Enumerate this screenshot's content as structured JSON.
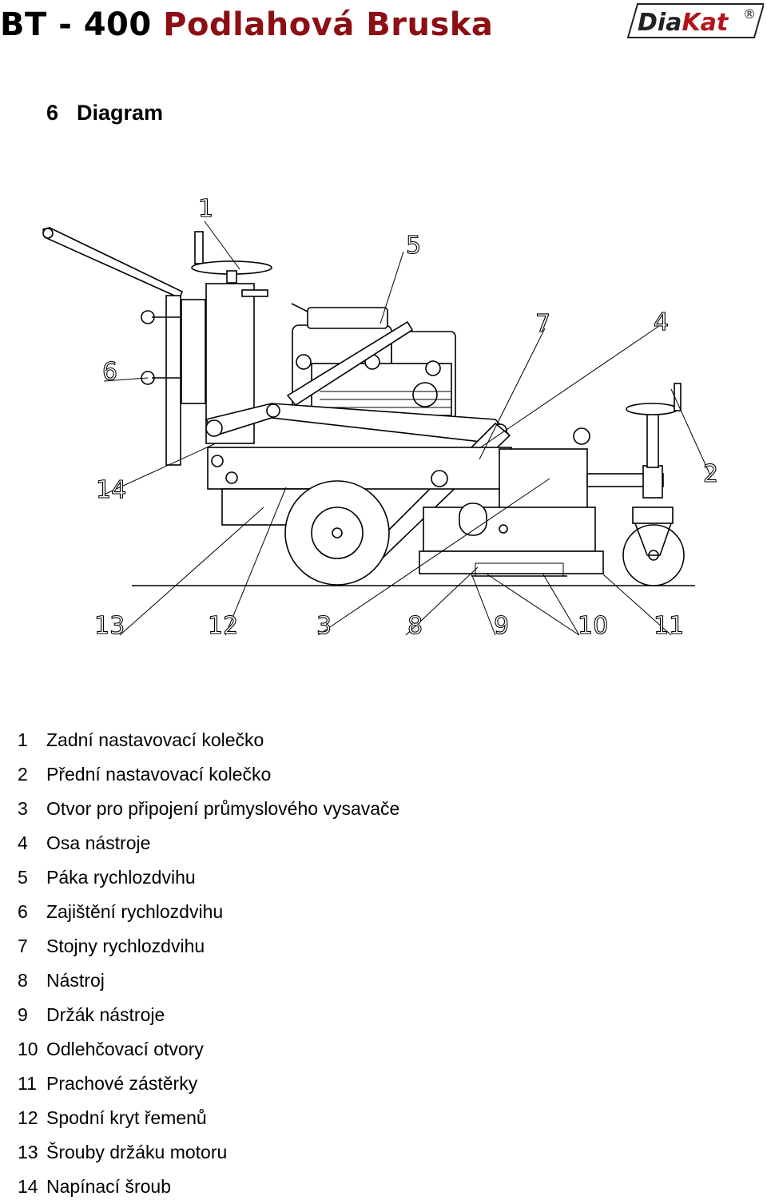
{
  "header": {
    "model": "BT - 400",
    "product": "Podlahová Bruska"
  },
  "logo": {
    "text_a": "Dia",
    "text_b": "Kat",
    "mark": "®",
    "color_a": "#222222",
    "color_b": "#b3141b"
  },
  "section": {
    "number": "6",
    "title": "Diagram"
  },
  "figure": {
    "callouts": [
      "1",
      "2",
      "3",
      "4",
      "5",
      "6",
      "7",
      "8",
      "9",
      "10",
      "11",
      "12",
      "13",
      "14"
    ]
  },
  "legend": [
    {
      "num": "1",
      "text": "Zadní nastavovací kolečko"
    },
    {
      "num": "2",
      "text": "Přední nastavovací kolečko"
    },
    {
      "num": "3",
      "text": "Otvor pro připojení průmyslového vysavače"
    },
    {
      "num": "4",
      "text": "Osa nástroje"
    },
    {
      "num": "5",
      "text": "Páka rychlozdvihu"
    },
    {
      "num": "6",
      "text": "Zajištění rychlozdvihu"
    },
    {
      "num": "7",
      "text": "Stojny rychlozdvihu"
    },
    {
      "num": "8",
      "text": "Nástroj"
    },
    {
      "num": "9",
      "text": "Držák nástroje"
    },
    {
      "num": "10",
      "text": "Odlehčovací otvory"
    },
    {
      "num": "11",
      "text": "Prachové zástěrky"
    },
    {
      "num": "12",
      "text": "Spodní kryt řemenů"
    },
    {
      "num": "13",
      "text": "Šrouby držáku motoru"
    },
    {
      "num": "14",
      "text": "Napínací šroub"
    }
  ]
}
